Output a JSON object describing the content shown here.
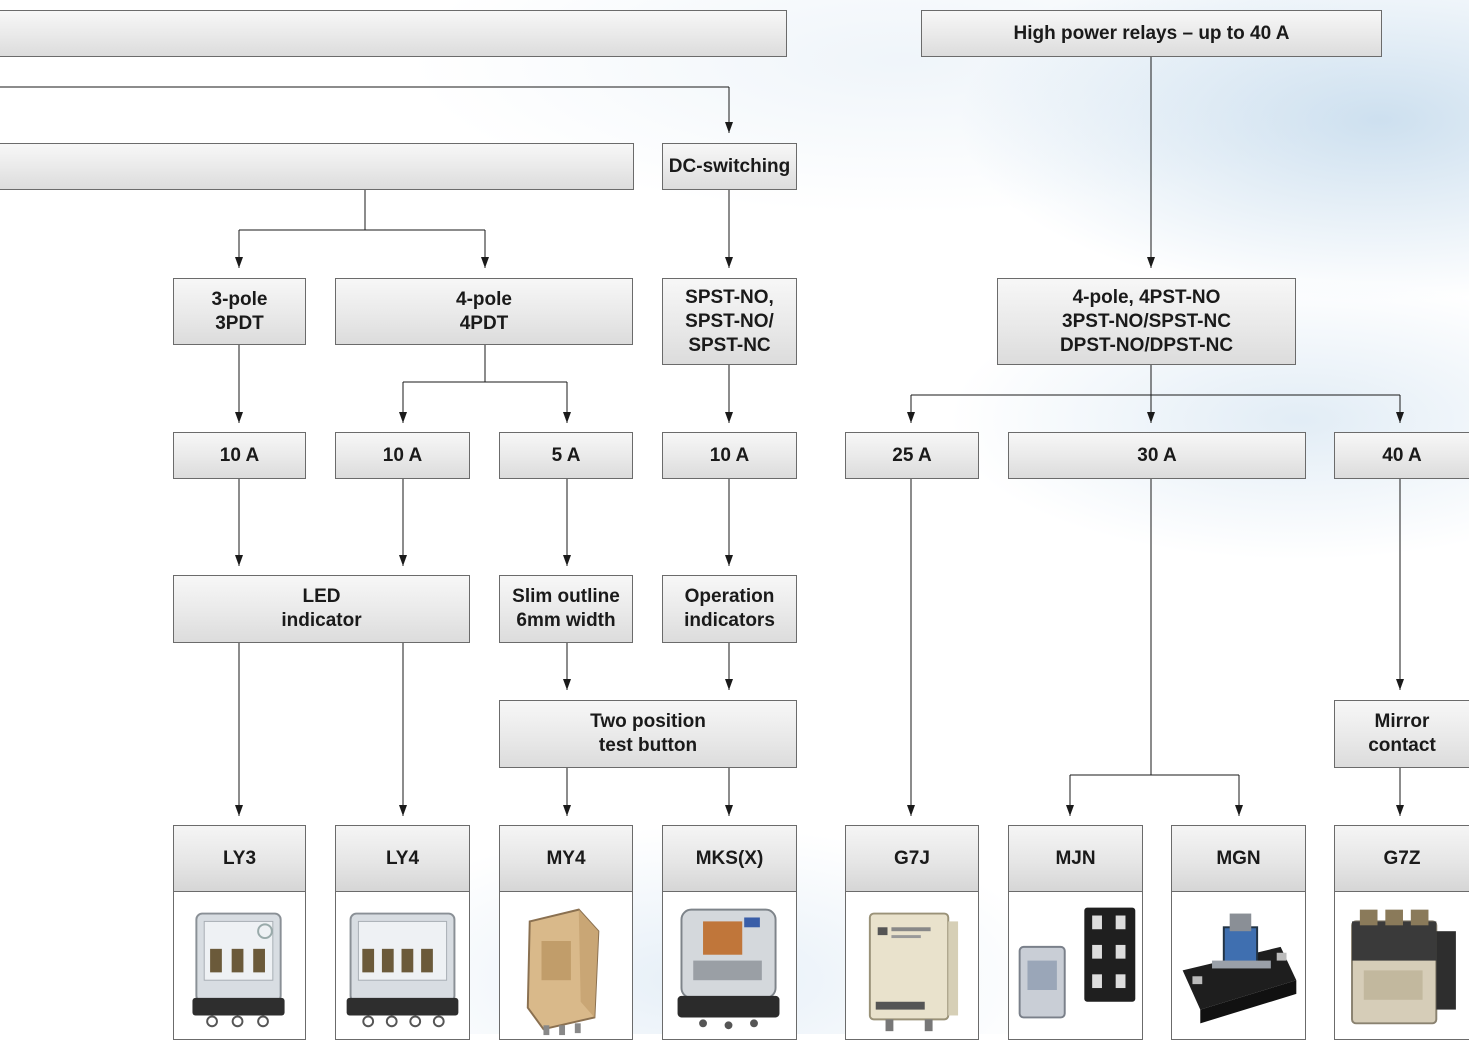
{
  "header": {
    "left_title": "",
    "right_title": "High power relays  –  up to 40 A"
  },
  "nodes": {
    "left_group": "",
    "dc_switching": "DC-switching",
    "pole3": "3-pole\n3PDT",
    "pole4": "4-pole\n4PDT",
    "spst": "SPST-NO,\nSPST-NO/\nSPST-NC",
    "high_power_poles": "4-pole, 4PST-NO\n3PST-NO/SPST-NC\nDPST-NO/DPST-NC",
    "ly3_current": "10 A",
    "ly4_current": "10 A",
    "my4_current": "5 A",
    "mks_current": "10 A",
    "g7j_current": "25 A",
    "mjn_mgn_current": "30 A",
    "g7z_current": "40 A",
    "led": "LED\nindicator",
    "slim": "Slim outline\n6mm width",
    "operation": "Operation\nindicators",
    "two_position": "Two position\ntest button",
    "mirror": "Mirror\ncontact"
  },
  "products": [
    {
      "key": "ly3",
      "name": "LY3",
      "icon": "clear-cube-relay-3pole"
    },
    {
      "key": "ly4",
      "name": "LY4",
      "icon": "clear-cube-relay-4pole"
    },
    {
      "key": "my4",
      "name": "MY4",
      "icon": "slim-amber-relay"
    },
    {
      "key": "mks",
      "name": "MKS(X)",
      "icon": "octal-clear-relay"
    },
    {
      "key": "g7j",
      "name": "G7J",
      "icon": "beige-power-relay"
    },
    {
      "key": "mjn",
      "name": "MJN",
      "icon": "relay-with-socket"
    },
    {
      "key": "mgn",
      "name": "MGN",
      "icon": "open-frame-relay"
    },
    {
      "key": "g7z",
      "name": "G7Z",
      "icon": "contactor-relay"
    }
  ],
  "colors": {
    "box_border": "#6b6b6b",
    "line": "#1a1a1a",
    "text": "#1a1a1a",
    "background_tint": "#a4c6e2"
  }
}
